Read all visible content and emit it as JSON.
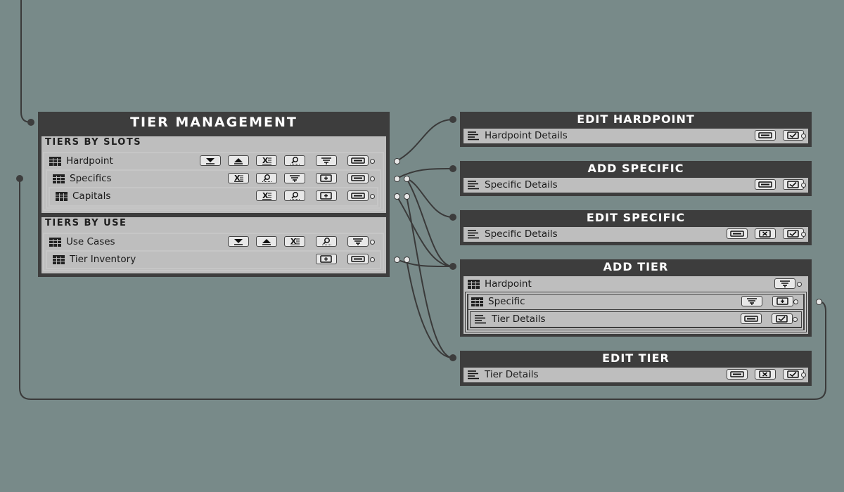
{
  "colors": {
    "background": "#788a89",
    "window": "#3d3d3d",
    "panel": "#bebebe",
    "button": "#e8e8e8"
  },
  "tier_management": {
    "title": "TIER MANAGEMENT",
    "slots": {
      "title": "TIERS BY SLOTS",
      "rows": [
        {
          "label": "Hardpoint",
          "buttons": [
            "sort-down-icon",
            "sort-up-icon",
            "excel-export-icon",
            "search-icon",
            "filter-icon",
            "text-field-icon"
          ]
        },
        {
          "label": "Specifics",
          "buttons": [
            "excel-export-icon",
            "search-icon",
            "filter-icon",
            "add-icon",
            "text-field-icon"
          ]
        },
        {
          "label": "Capitals",
          "buttons": [
            "excel-export-icon",
            "search-icon",
            "add-icon",
            "text-field-icon"
          ]
        }
      ]
    },
    "use": {
      "title": "TIERS BY USE",
      "rows": [
        {
          "label": "Use Cases",
          "buttons": [
            "sort-down-icon",
            "sort-up-icon",
            "excel-export-icon",
            "search-icon",
            "filter-icon"
          ]
        },
        {
          "label": "Tier Inventory",
          "buttons": [
            "add-icon",
            "text-field-icon"
          ]
        }
      ]
    }
  },
  "edit_hardpoint": {
    "title": "EDIT HARDPOINT",
    "row": "Hardpoint Details",
    "buttons": [
      "text-field-icon",
      "checkbox-icon"
    ]
  },
  "add_specific": {
    "title": "ADD SPECIFIC",
    "row": "Specific Details",
    "buttons": [
      "text-field-icon",
      "checkbox-icon"
    ]
  },
  "edit_specific": {
    "title": "EDIT SPECIFIC",
    "row": "Specific Details",
    "buttons": [
      "text-field-icon",
      "close-box-icon",
      "checkbox-icon"
    ]
  },
  "add_tier": {
    "title": "ADD TIER",
    "rows": [
      {
        "label": "Hardpoint",
        "buttons": [
          "filter-icon"
        ]
      },
      {
        "label": "Specific",
        "buttons": [
          "filter-icon",
          "add-icon"
        ]
      },
      {
        "label": "Tier Details",
        "buttons": [
          "text-field-icon",
          "checkbox-icon"
        ]
      }
    ]
  },
  "edit_tier": {
    "title": "EDIT TIER",
    "row": "Tier Details",
    "buttons": [
      "text-field-icon",
      "close-box-icon",
      "checkbox-icon"
    ]
  }
}
